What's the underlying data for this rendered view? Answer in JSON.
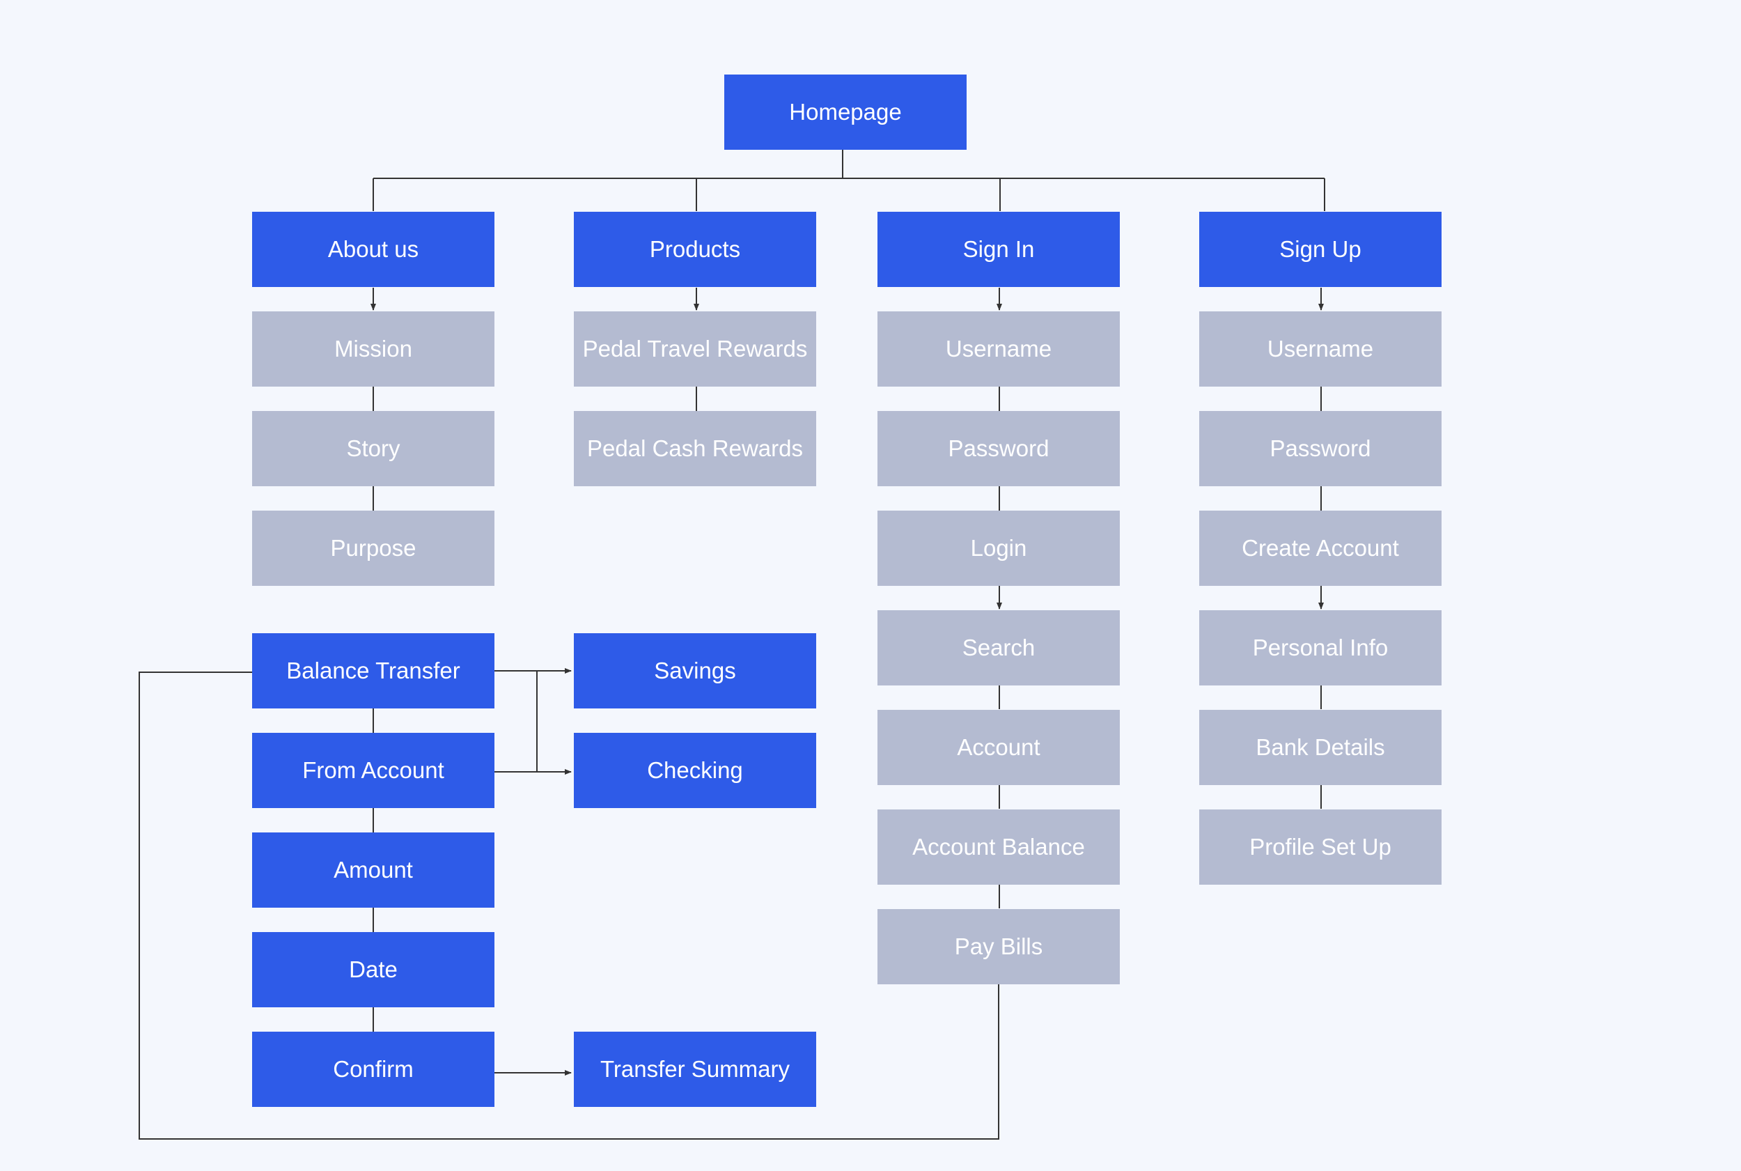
{
  "colors": {
    "background": "#f4f7fd",
    "primary_node": "#2e5be8",
    "secondary_node": "#b4bbd1",
    "node_text": "#ffffff",
    "connector": "#333333"
  },
  "homepage": "Homepage",
  "about": {
    "title": "About us",
    "items": [
      "Mission",
      "Story",
      "Purpose"
    ]
  },
  "products": {
    "title": "Products",
    "items": [
      "Pedal Travel Rewards",
      "Pedal Cash Rewards"
    ]
  },
  "sign_in": {
    "title": "Sign In",
    "items": [
      "Username",
      "Password",
      "Login",
      "Search",
      "Account",
      "Account Balance",
      "Pay Bills"
    ]
  },
  "sign_up": {
    "title": "Sign Up",
    "items": [
      "Username",
      "Password",
      "Create Account",
      "Personal Info",
      "Bank Details",
      "Profile Set Up"
    ]
  },
  "transfer": {
    "steps": [
      "Balance Transfer",
      "From Account",
      "Amount",
      "Date",
      "Confirm"
    ],
    "account_types": [
      "Savings",
      "Checking"
    ],
    "summary": "Transfer Summary"
  }
}
